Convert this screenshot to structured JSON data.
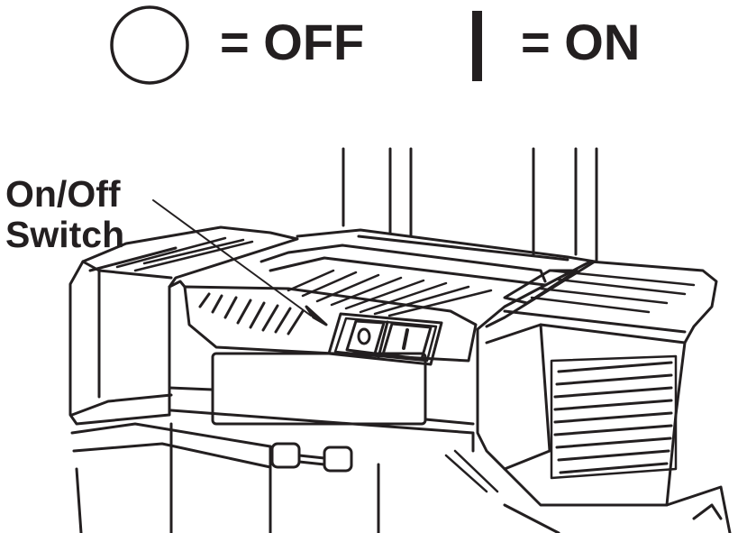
{
  "legend": {
    "off_label": "= OFF",
    "on_label": "= ON",
    "off_symbol": "circle-symbol",
    "on_symbol": "vertical-bar-symbol"
  },
  "callout": {
    "line1": "On/Off",
    "line2": "Switch"
  },
  "switch": {
    "off_glyph": "O",
    "on_glyph": "I"
  },
  "colors": {
    "ink": "#231f20",
    "background": "#ffffff"
  }
}
